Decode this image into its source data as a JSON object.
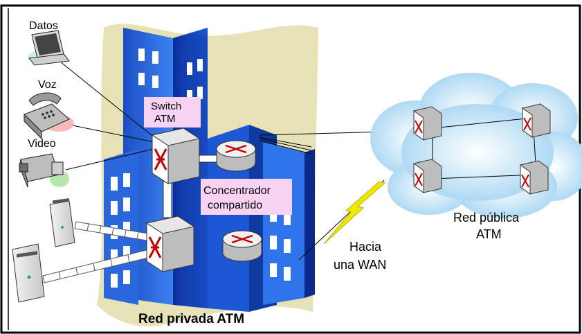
{
  "labels": {
    "datos": "Datos",
    "voz": "Voz",
    "video": "Video",
    "switch_line1": "Switch",
    "switch_line2": "ATM",
    "concentrador_line1": "Concentrador",
    "concentrador_line2": "compartido",
    "red_publica_line1": "Red pública",
    "red_publica_line2": "ATM",
    "hacia_line1": "Hacia",
    "hacia_line2": "una WAN",
    "red_privada": "Red privada ATM"
  },
  "colors": {
    "building_light": "#2f6fe0",
    "building_dark": "#0a2a8c",
    "window": "#ffffff",
    "beige": "#e9e4b8",
    "cloud": "#bfe3f7",
    "label_box": "#f7d2f3",
    "lightning": "#f2e600"
  }
}
